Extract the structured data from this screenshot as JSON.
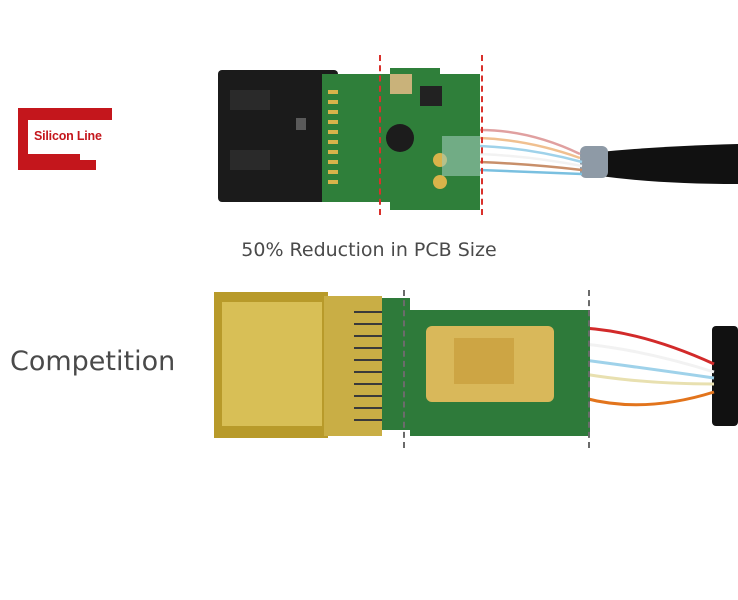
{
  "logo": {
    "text": "Silicon Line"
  },
  "caption_top": "50% Reduction in PCB Size",
  "label_competition": "Competition"
}
